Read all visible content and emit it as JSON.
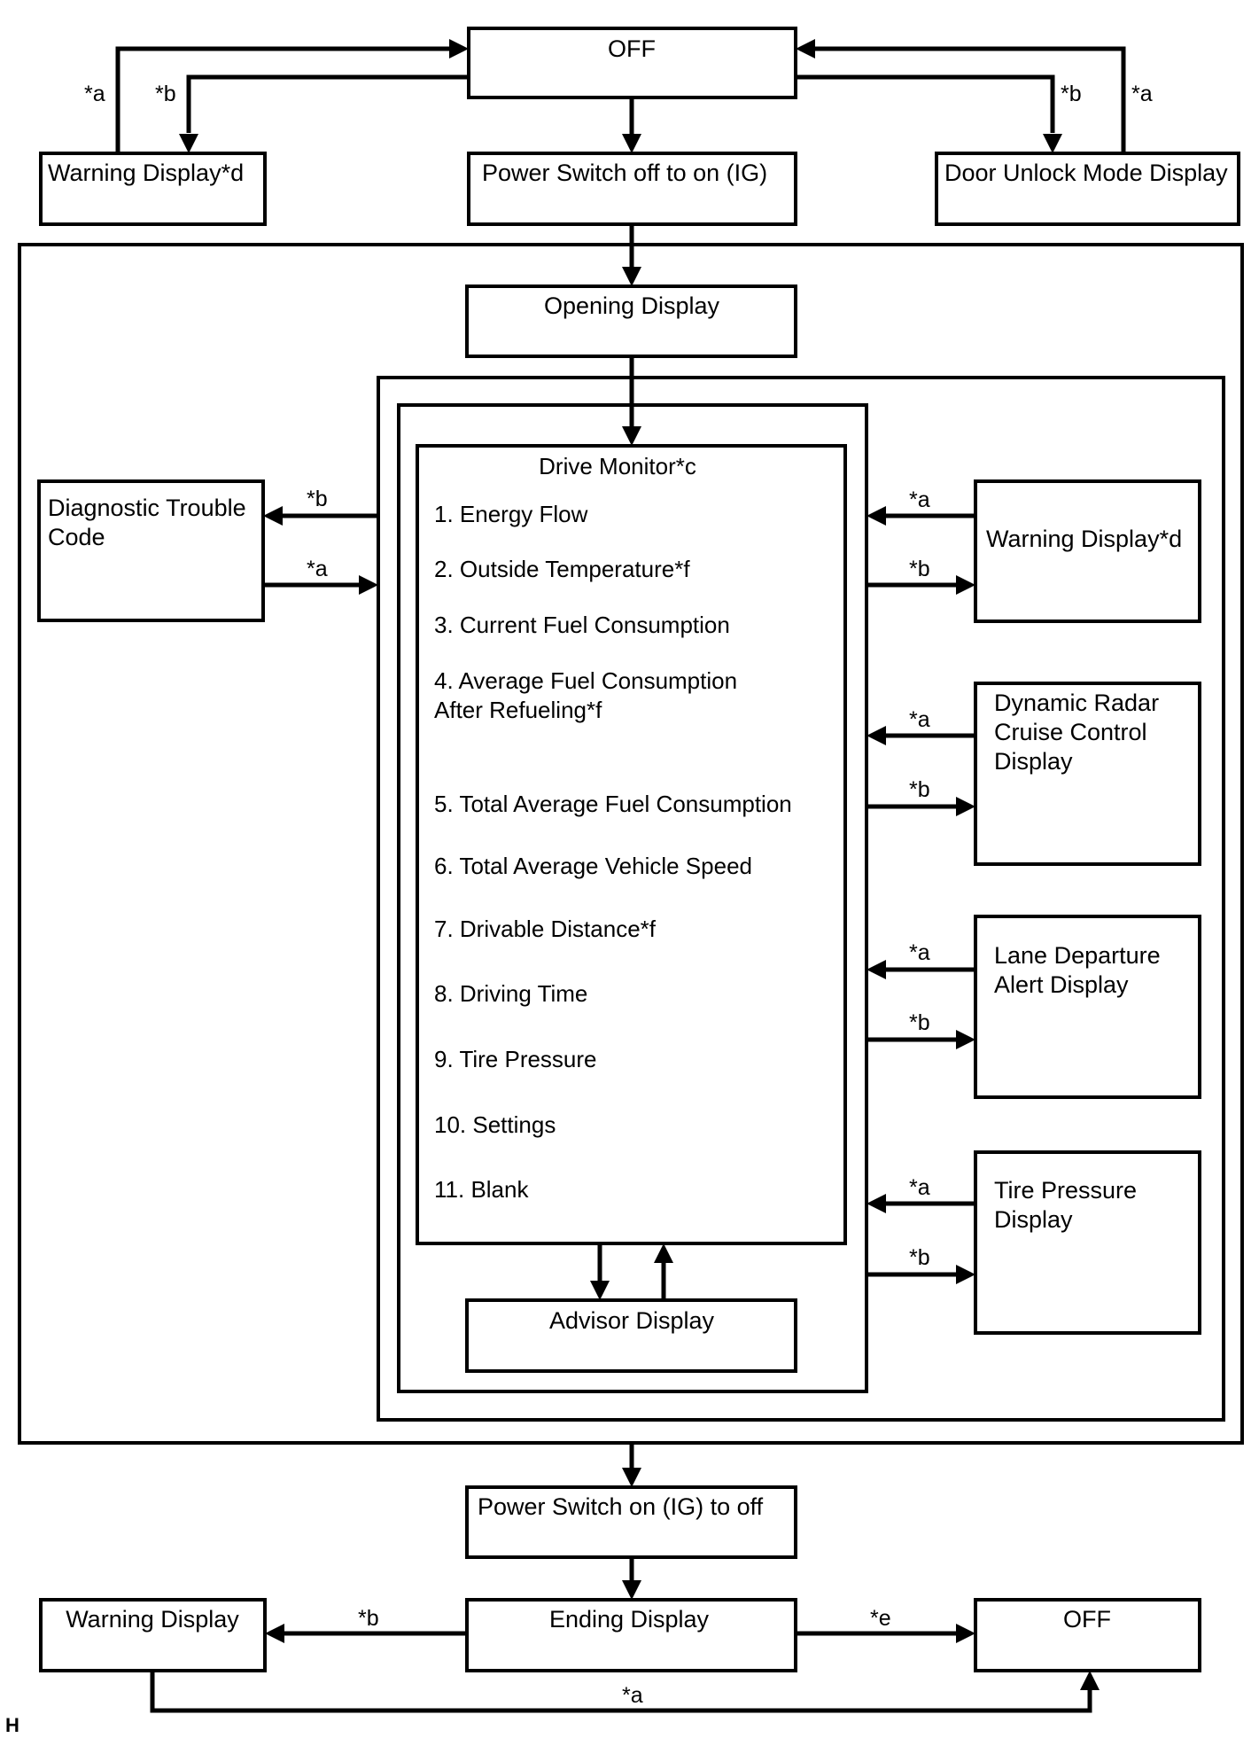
{
  "top": {
    "off": "OFF",
    "warning_display": "Warning Display*d",
    "power_switch_on": "Power Switch off to on (IG)",
    "door_unlock": "Door Unlock Mode Display"
  },
  "opening_display": "Opening Display",
  "diagnostic": {
    "line1": "Diagnostic Trouble",
    "line2": "Code"
  },
  "drive_monitor": {
    "title": "Drive Monitor*c",
    "items": [
      "1. Energy Flow",
      "2. Outside Temperature*f",
      "3. Current Fuel Consumption",
      "4. Average Fuel Consumption",
      "After Refueling*f",
      "5. Total Average Fuel Consumption",
      "6. Total Average Vehicle Speed",
      "7. Drivable Distance*f",
      "8. Driving Time",
      "9. Tire Pressure",
      "10. Settings",
      "11. Blank"
    ]
  },
  "advisor_display": "Advisor Display",
  "right_boxes": {
    "warning_display": "Warning Display*d",
    "radar": {
      "line1": "Dynamic Radar",
      "line2": "Cruise Control",
      "line3": "Display"
    },
    "lane": {
      "line1": "Lane Departure",
      "line2": "Alert Display"
    },
    "tire": {
      "line1": "Tire Pressure",
      "line2": "Display"
    }
  },
  "bottom": {
    "power_switch_off": "Power Switch on (IG) to off",
    "ending_display": "Ending Display",
    "warning_display": "Warning Display",
    "off": "OFF"
  },
  "labels": {
    "a": "*a",
    "b": "*b",
    "e": "*e"
  },
  "corner_mark": "H"
}
